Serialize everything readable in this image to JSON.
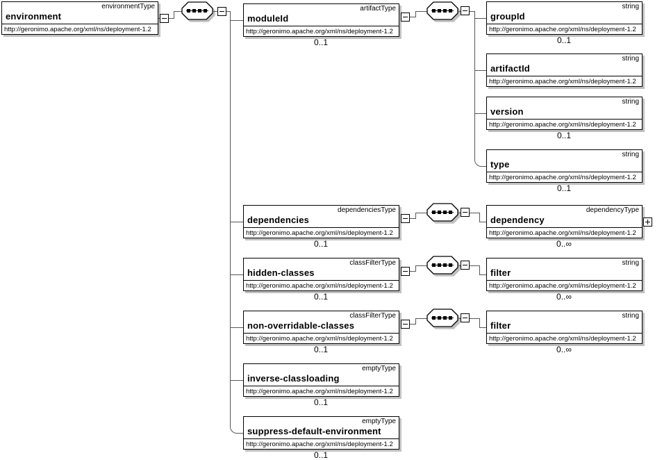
{
  "title": "environment XML Schema diagram",
  "colors": {
    "box_border": "#000000",
    "box_fill": "#ffffff",
    "shadow": "#c0c0c0",
    "connector_line": "#555555"
  },
  "namespace": "http://geronimo.apache.org/xml/ns/deployment-1.2",
  "icons": {
    "compositor": "sequence",
    "collapse": "minus-box",
    "expand": "plus-box"
  },
  "nodes": {
    "environment": {
      "name": "environment",
      "type": "environmentType",
      "ns": "http://geronimo.apache.org/xml/ns/deployment-1.2"
    },
    "moduleId": {
      "name": "moduleId",
      "type": "artifactType",
      "ns": "http://geronimo.apache.org/xml/ns/deployment-1.2",
      "card": "0..1"
    },
    "groupId": {
      "name": "groupId",
      "type": "string",
      "ns": "http://geronimo.apache.org/xml/ns/deployment-1.2",
      "card": "0..1"
    },
    "artifactId": {
      "name": "artifactId",
      "type": "string",
      "ns": "http://geronimo.apache.org/xml/ns/deployment-1.2"
    },
    "version": {
      "name": "version",
      "type": "string",
      "ns": "http://geronimo.apache.org/xml/ns/deployment-1.2",
      "card": "0..1"
    },
    "type": {
      "name": "type",
      "type": "string",
      "ns": "http://geronimo.apache.org/xml/ns/deployment-1.2",
      "card": "0..1"
    },
    "dependencies": {
      "name": "dependencies",
      "type": "dependenciesType",
      "ns": "http://geronimo.apache.org/xml/ns/deployment-1.2",
      "card": "0..1"
    },
    "dependency": {
      "name": "dependency",
      "type": "dependencyType",
      "ns": "http://geronimo.apache.org/xml/ns/deployment-1.2",
      "card": "0..∞"
    },
    "hiddenClasses": {
      "name": "hidden-classes",
      "type": "classFilterType",
      "ns": "http://geronimo.apache.org/xml/ns/deployment-1.2",
      "card": "0..1"
    },
    "hiddenFilter": {
      "name": "filter",
      "type": "string",
      "ns": "http://geronimo.apache.org/xml/ns/deployment-1.2",
      "card": "0..∞"
    },
    "nonOverridableClasses": {
      "name": "non-overridable-classes",
      "type": "classFilterType",
      "ns": "http://geronimo.apache.org/xml/ns/deployment-1.2",
      "card": "0..1"
    },
    "nonOverridableFilter": {
      "name": "filter",
      "type": "string",
      "ns": "http://geronimo.apache.org/xml/ns/deployment-1.2",
      "card": "0..∞"
    },
    "inverseClassloading": {
      "name": "inverse-classloading",
      "type": "emptyType",
      "ns": "http://geronimo.apache.org/xml/ns/deployment-1.2",
      "card": "0..1"
    },
    "suppressDefaultEnvironment": {
      "name": "suppress-default-environment",
      "type": "emptyType",
      "ns": "http://geronimo.apache.org/xml/ns/deployment-1.2",
      "card": "0..1"
    }
  }
}
